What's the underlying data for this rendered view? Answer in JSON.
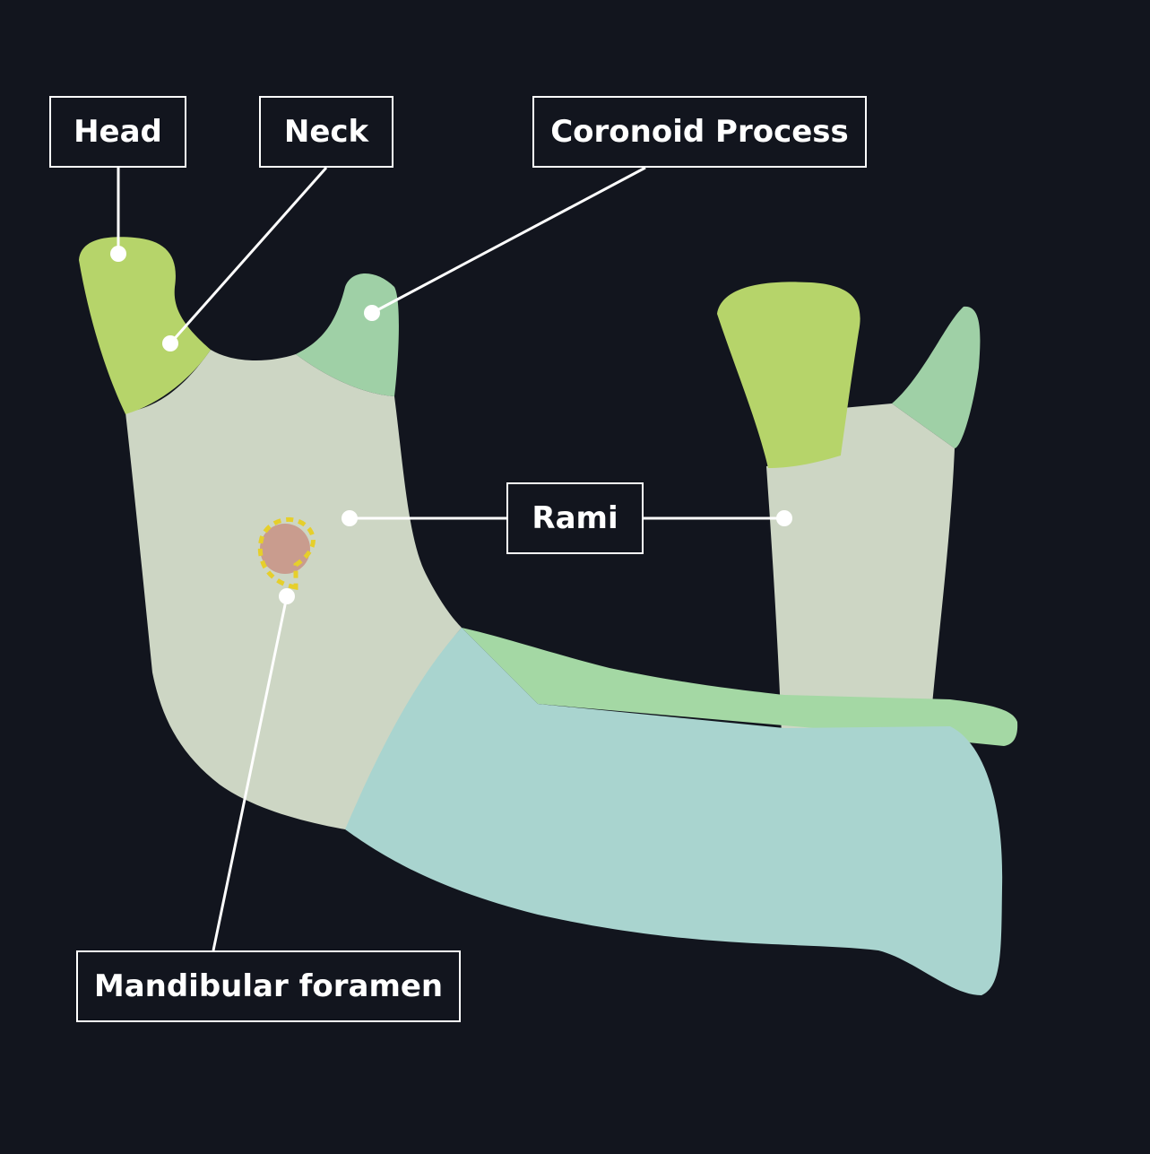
{
  "labels": {
    "head": "Head",
    "neck": "Neck",
    "coronoid_process": "Coronoid Process",
    "rami": "Rami",
    "mandibular_foramen": "Mandibular foramen"
  },
  "colors": {
    "background": "#12151e",
    "condyle_region": "#b6d46a",
    "coronoid_region": "#9fd0a6",
    "ramus_region": "#cdd6c4",
    "body_region": "#a9d4cf",
    "alveolar_region": "#a4d8a4",
    "foramen": "#c99c8e",
    "foramen_outline": "#e6cf2b",
    "leader_line": "#ffffff"
  }
}
